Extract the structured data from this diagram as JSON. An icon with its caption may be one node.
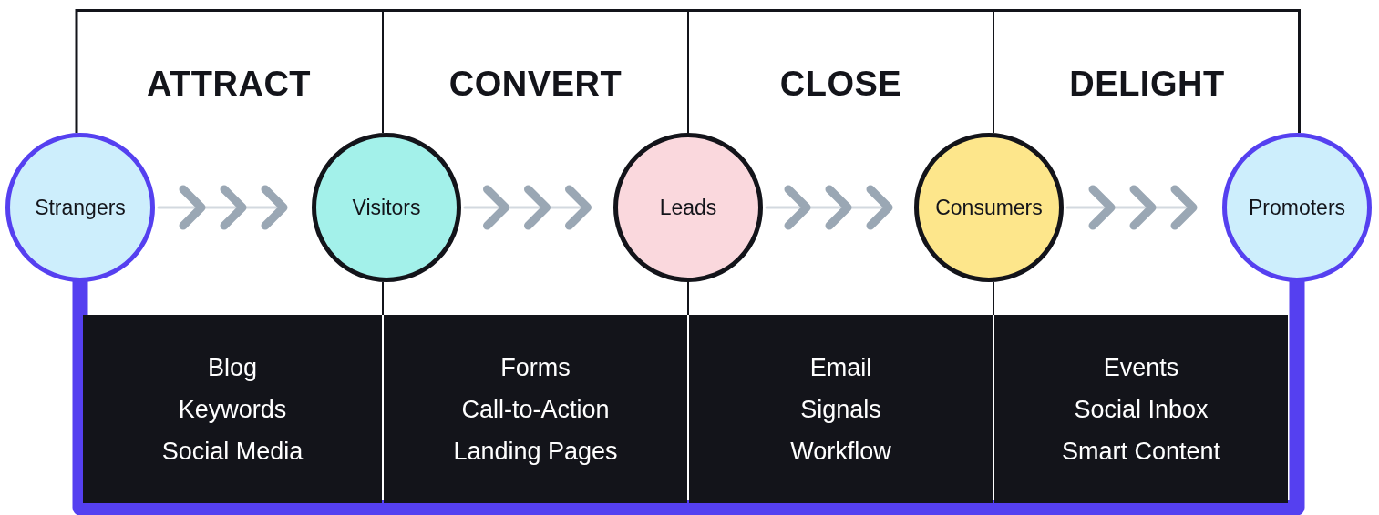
{
  "diagram": {
    "nodes": [
      {
        "text": [
          "ATTRACT"
        ]
      },
      {
        "text": [
          "CONVERT"
        ]
      },
      {
        "text": [
          "CLOSE"
        ]
      },
      {
        "text": [
          "DELIGHT"
        ]
      },
      {
        "text": [
          "Strangers"
        ]
      },
      {
        "text": [
          "Visitors"
        ]
      },
      {
        "text": [
          "Leads"
        ]
      },
      {
        "text": [
          "Consumers"
        ]
      },
      {
        "text": [
          "Promoters"
        ]
      },
      {
        "text": [
          "Blog",
          "Keywords",
          "Social Media"
        ]
      },
      {
        "text": [
          "Forms",
          "Call-to-Action",
          "Landing Pages"
        ]
      },
      {
        "text": [
          "Email",
          "Signals",
          "Workflow"
        ]
      },
      {
        "text": [
          "Events",
          "Social Inbox",
          "Smart Content"
        ]
      }
    ],
    "edges": [
      {
        "from": 4,
        "to": 5,
        "arrow": "to"
      },
      {
        "from": 5,
        "to": 6,
        "arrow": "to"
      },
      {
        "from": 6,
        "to": 7,
        "arrow": "to"
      },
      {
        "from": 7,
        "to": 8,
        "arrow": "to"
      },
      {
        "from": 4,
        "to": 8,
        "arrow": "none",
        "style": "thick",
        "color": "#5540f0"
      }
    ]
  }
}
